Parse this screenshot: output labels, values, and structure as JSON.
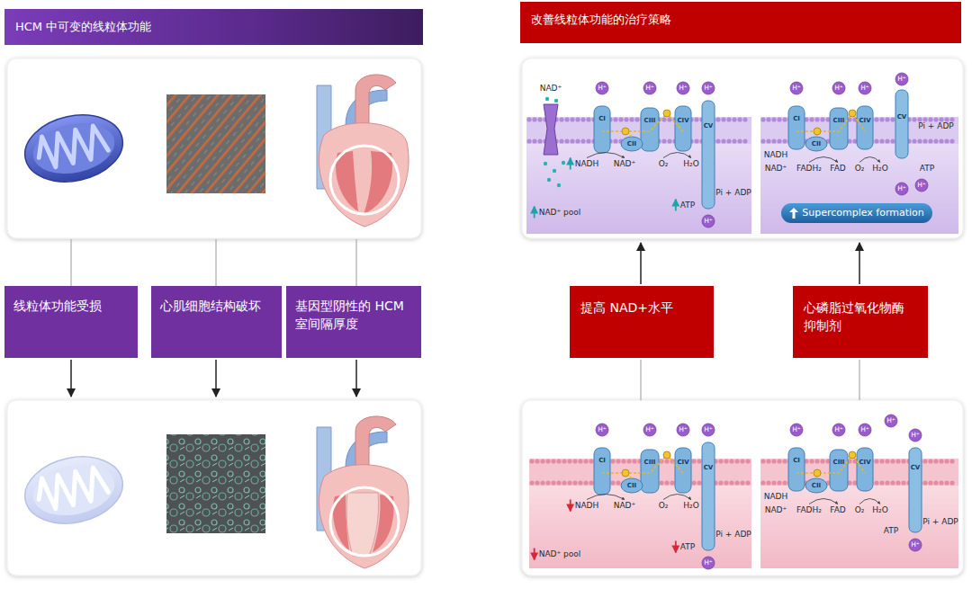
{
  "diagram": {
    "nodes": [
      {
        "text": [
          "HCM 中可变的线粒体功能"
        ]
      },
      {
        "text": [
          "改善线粒体功能的治疗策略"
        ]
      },
      {
        "text": [
          "Supercomplex formation"
        ]
      },
      {
        "text": [
          "线粒体功能受损"
        ]
      },
      {
        "text": [
          "心肌细胞结构破坏"
        ]
      },
      {
        "text": [
          "基因型阴性的 HCM 室间隔厚度"
        ]
      },
      {
        "text": [
          "提高 NAD+水平"
        ]
      },
      {
        "text": [
          "心磷脂过氧化物酶抑制剂"
        ]
      }
    ],
    "labels": [
      "NAD⁺",
      "H⁺",
      "H⁺",
      "H⁺",
      "H⁺",
      "CI",
      "CII",
      "CIII",
      "CIV",
      "CV",
      "NADH",
      "NAD⁺",
      "O₂",
      "H₂O",
      "ATP",
      "Pi + ADP",
      "NAD⁺ pool",
      "H⁺",
      "H⁺",
      "H⁺",
      "H⁺",
      "H⁺",
      "CI",
      "CII",
      "CIII",
      "CIV",
      "CV",
      "Pi + ADP",
      "NADH",
      "NAD⁺",
      "FADH₂",
      "FAD",
      "O₂",
      "H₂O",
      "ATP",
      "H⁺",
      "H⁺",
      "H⁺",
      "H⁺",
      "H⁺",
      "H⁺",
      "CI",
      "CII",
      "CIII",
      "CIV",
      "CV",
      "NADH",
      "NAD⁺",
      "O₂",
      "H₂O",
      "ATP",
      "Pi + ADP",
      "NAD⁺ pool",
      "H⁺",
      "H⁺",
      "H⁺",
      "H⁺",
      "H⁺",
      "H⁺",
      "CI",
      "CII",
      "CIII",
      "CIV",
      "CV",
      "NADH",
      "NAD⁺",
      "FADH₂",
      "FAD",
      "O₂",
      "H₂O",
      "ATP",
      "Pi + ADP",
      "H⁺"
    ]
  }
}
